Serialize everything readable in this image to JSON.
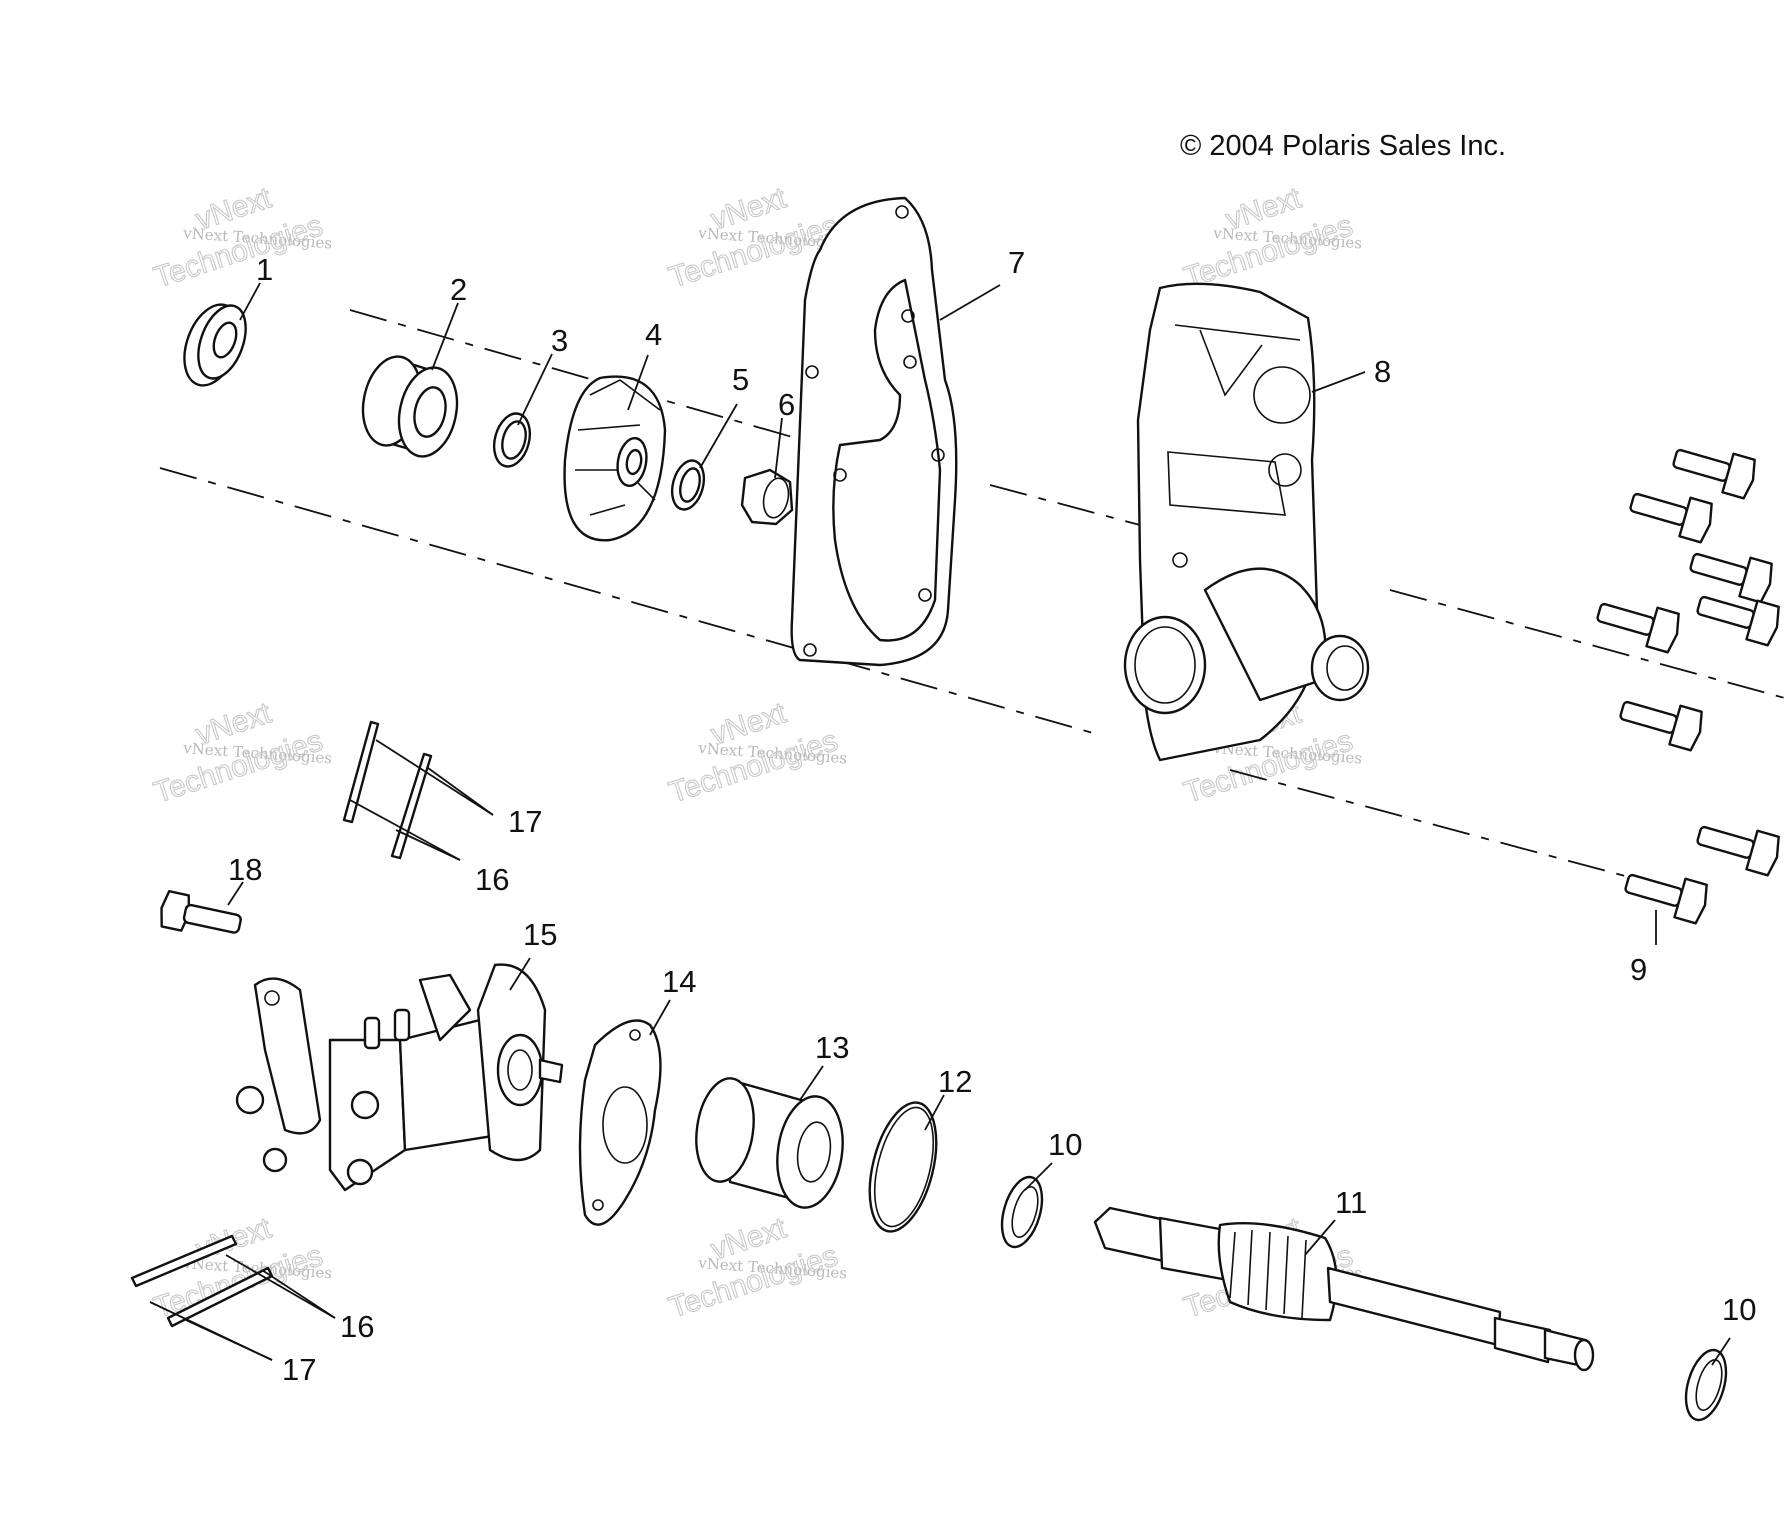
{
  "copyright": "© 2004 Polaris Sales Inc.",
  "watermark": {
    "small": "vNext Technologies",
    "big_top": "vNext",
    "big_bottom": "Technologies"
  },
  "callouts": [
    {
      "id": "1",
      "text": "1"
    },
    {
      "id": "2",
      "text": "2"
    },
    {
      "id": "3",
      "text": "3"
    },
    {
      "id": "4",
      "text": "4"
    },
    {
      "id": "5",
      "text": "5"
    },
    {
      "id": "6",
      "text": "6"
    },
    {
      "id": "7",
      "text": "7"
    },
    {
      "id": "8",
      "text": "8"
    },
    {
      "id": "9",
      "text": "9"
    },
    {
      "id": "10a",
      "text": "10"
    },
    {
      "id": "10b",
      "text": "10"
    },
    {
      "id": "11",
      "text": "11"
    },
    {
      "id": "12",
      "text": "12"
    },
    {
      "id": "13",
      "text": "13"
    },
    {
      "id": "14",
      "text": "14"
    },
    {
      "id": "15",
      "text": "15"
    },
    {
      "id": "16a",
      "text": "16"
    },
    {
      "id": "16b",
      "text": "16"
    },
    {
      "id": "17a",
      "text": "17"
    },
    {
      "id": "17b",
      "text": "17"
    },
    {
      "id": "18",
      "text": "18"
    }
  ],
  "colors": {
    "ink": "#111111",
    "background": "#ffffff",
    "watermark": "#c9c9c9"
  }
}
